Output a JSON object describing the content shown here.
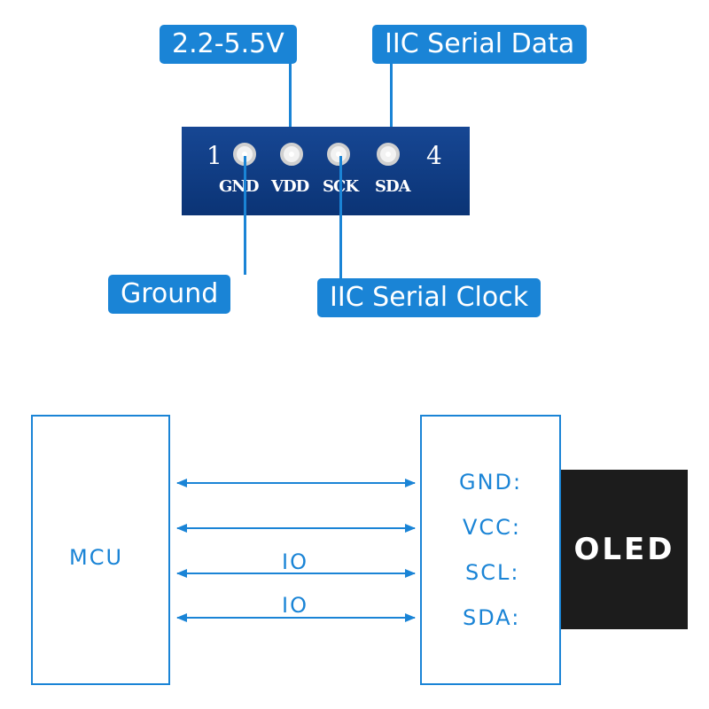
{
  "callouts": {
    "vdd_range": "2.2-5.5V",
    "sda_desc": "IIC Serial Data",
    "gnd_desc": "Ground",
    "sck_desc": "IIC Serial Clock"
  },
  "pcb": {
    "pin_first": "1",
    "pin_last": "4",
    "pins": [
      "GND",
      "VDD",
      "SCK",
      "SDA"
    ]
  },
  "diagram": {
    "mcu_label": "MCU",
    "oled_label": "OLED",
    "oled_pins": [
      "GND:",
      "VCC:",
      "SCL:",
      "SDA:"
    ],
    "io_labels": [
      "IO",
      "IO"
    ]
  },
  "colors": {
    "accent": "#1a84d6",
    "pcb": "#0d3f8f",
    "oled_bg": "#1c1c1c"
  }
}
